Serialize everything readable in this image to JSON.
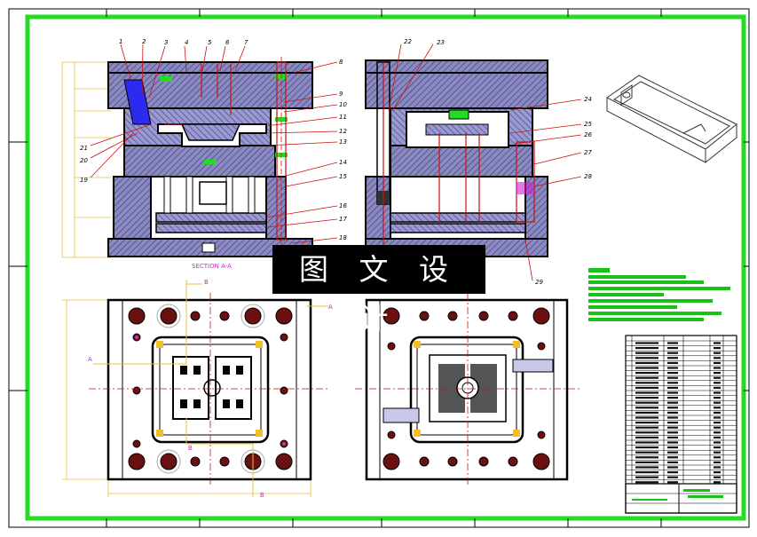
{
  "watermark": "图 文 设 计",
  "section_label": "SECTION A-A",
  "callouts_left": [
    "1",
    "2",
    "3",
    "4",
    "5",
    "6",
    "7",
    "8",
    "9",
    "10",
    "11",
    "12",
    "13",
    "14",
    "15",
    "16",
    "17",
    "18",
    "19",
    "20",
    "21"
  ],
  "callouts_right": [
    "22",
    "23",
    "24",
    "25",
    "26",
    "27",
    "28",
    "29"
  ],
  "section_marks": {
    "a": "A",
    "b": "B"
  },
  "colors": {
    "frame": "#22dd22",
    "steel": "#2b2b78",
    "hatch": "#5a5aa0",
    "pin": "#cc1111",
    "dim": "#e6c23a",
    "magenta": "#d020d0",
    "green_text": "#18c018"
  }
}
